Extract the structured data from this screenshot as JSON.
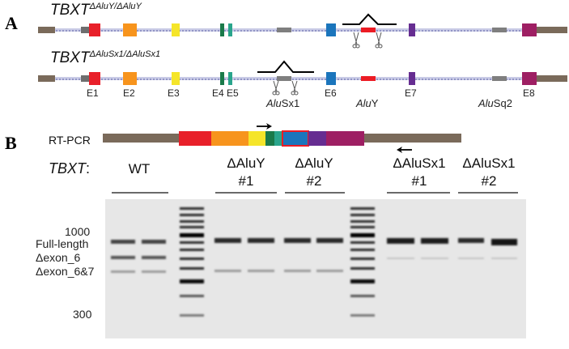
{
  "panel_a": {
    "letter": "A",
    "constructs": [
      {
        "gene": "TBXT",
        "allele": "ΔAluY/ΔAluY"
      },
      {
        "gene": "TBXT",
        "allele": "ΔAluSx1/ΔAluSx1"
      }
    ],
    "exon_labels": [
      "E1",
      "E2",
      "E3",
      "E4",
      "E5",
      "E6",
      "E7",
      "E8"
    ],
    "element_labels": {
      "alusx1": {
        "italic": "Alu",
        "rest": "Sx1"
      },
      "aluy": {
        "italic": "Alu",
        "rest": "Y"
      },
      "alusq2": {
        "italic": "Alu",
        "rest": "Sq2"
      }
    },
    "exon_colors": [
      "#e8202a",
      "#f7941d",
      "#f5e52a",
      "#1a7a4a",
      "#2aa58c",
      "#1b75bc",
      "#662d91",
      "#9e1f63"
    ],
    "alu_insertion_color": "#ec1c24",
    "alu_grey_color": "#7f7f7f"
  },
  "panel_b": {
    "letter": "B",
    "rtpcr_label": "RT-PCR",
    "gene_label": "TBXT",
    "gene_label_suffix": ":",
    "groups": [
      {
        "top": "WT",
        "bottom": ""
      },
      {
        "top": "ΔAluY",
        "bottom": "#1"
      },
      {
        "top": "ΔAluY",
        "bottom": "#2"
      },
      {
        "top": "ΔAluSx1",
        "bottom": "#1"
      },
      {
        "top": "ΔAluSx1",
        "bottom": "#2"
      }
    ],
    "band_labels": [
      "1000",
      "Full-length",
      "Δexon_6",
      "Δexon_6&7",
      "300"
    ]
  }
}
